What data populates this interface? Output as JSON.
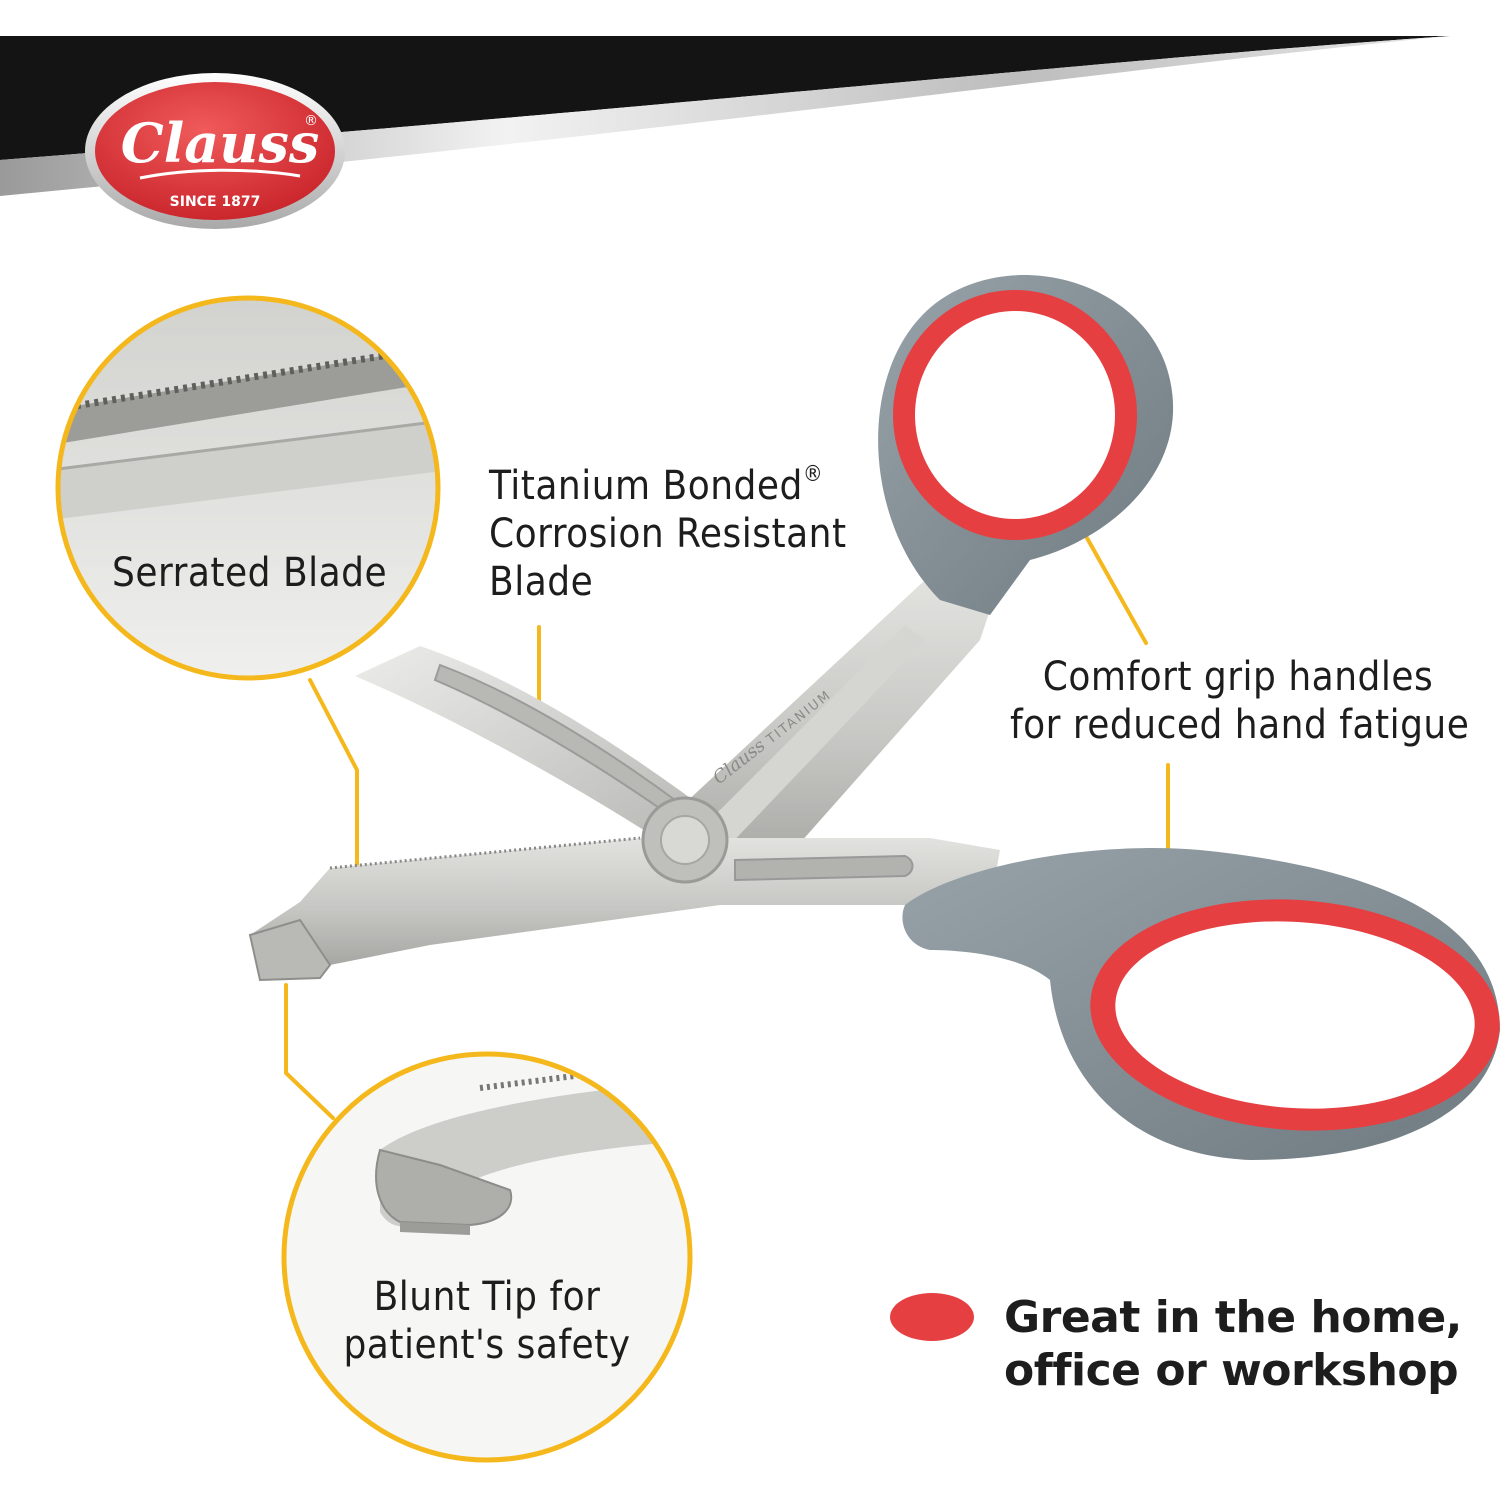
{
  "brand": {
    "name": "Clauss",
    "registered_mark": "®",
    "tagline": "SINCE 1877"
  },
  "blade_engraving": {
    "brand": "Clauss",
    "word": "TITANIUM"
  },
  "callouts": {
    "serrated": {
      "label": "Serrated Blade"
    },
    "titanium": {
      "line1": "Titanium Bonded",
      "mark": "®",
      "line2": "Corrosion Resistant",
      "line3": "Blade"
    },
    "grip": {
      "line1": "Comfort grip handles",
      "line2": "for reduced hand fatigue"
    },
    "blunt": {
      "line1": "Blunt Tip for",
      "line2": "patient's safety"
    }
  },
  "feature": {
    "line1": "Great in the home,",
    "line2": "office or workshop"
  },
  "colors": {
    "accent_yellow": "#f5b81c",
    "brand_red": "#e63f41",
    "handle_gray": "#7f8b92",
    "steel": "#c9c9c6",
    "banner_black": "#141414"
  }
}
